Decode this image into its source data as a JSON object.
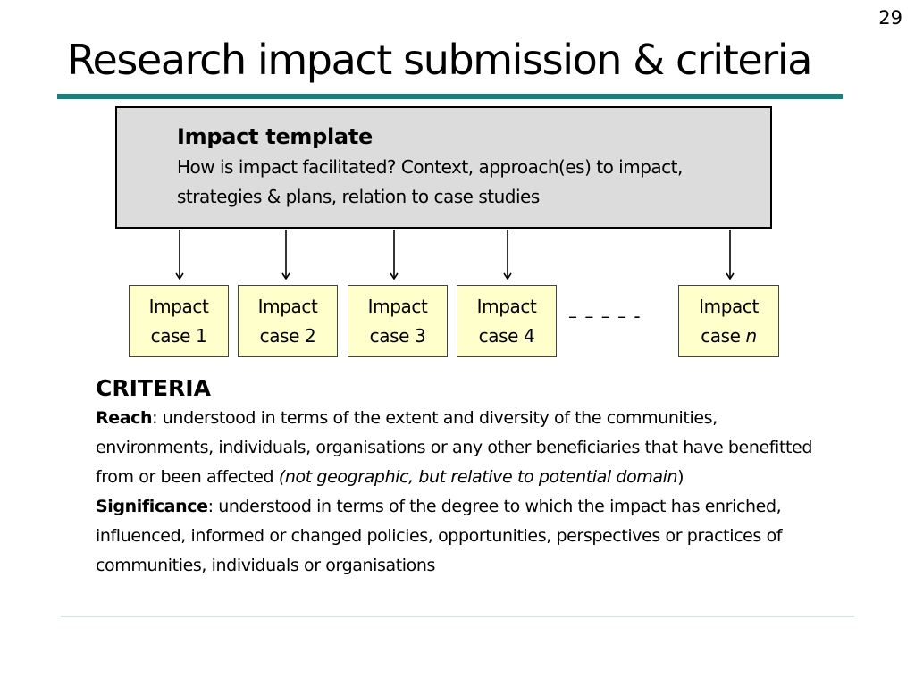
{
  "slide": {
    "number": "29",
    "title": "Research impact submission & criteria"
  },
  "template": {
    "heading": "Impact template",
    "description": "How is impact facilitated? Context, approach(es) to impact, strategies & plans, relation to case studies"
  },
  "cases": [
    {
      "line1": "Impact",
      "line2": "case 1"
    },
    {
      "line1": "Impact",
      "line2": "case 2"
    },
    {
      "line1": "Impact",
      "line2": "case 3"
    },
    {
      "line1": "Impact",
      "line2": "case 4"
    },
    {
      "line1": "Impact",
      "line2_prefix": "case ",
      "line2_var": "n"
    }
  ],
  "continuation": "– – – – -",
  "criteria": {
    "title": "CRITERIA",
    "reach_label": "Reach",
    "reach_text": ":  understood in terms of the extent and diversity of the communities, environments, individuals, organisations or any other beneficiaries that have benefitted from or been affected ",
    "reach_note": "(not geographic, but relative to potential domain",
    "reach_close": ")",
    "significance_label": "Significance",
    "significance_text": ": understood in terms of the degree to which the impact has enriched, influenced, informed or changed policies, opportunities, perspectives or practices of communities, individuals or organisations"
  },
  "colors": {
    "accent_rule": "#138281",
    "template_fill": "#dcdcdc",
    "case_fill": "#ffffcc"
  }
}
